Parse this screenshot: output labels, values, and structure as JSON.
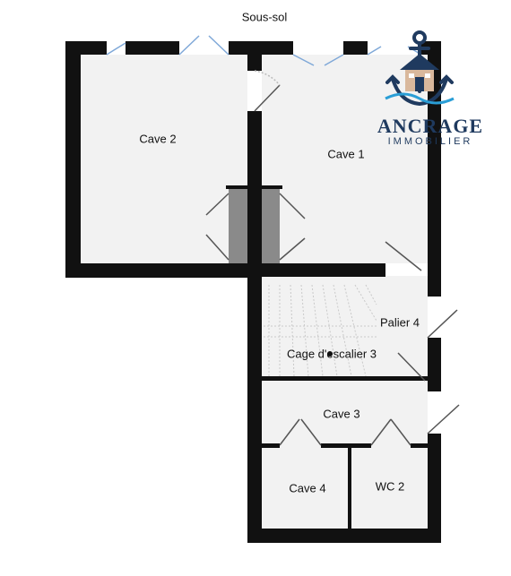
{
  "plan": {
    "level_title": "Sous-sol",
    "rooms": {
      "cave2": "Cave 2",
      "cave1": "Cave 1",
      "palier4": "Palier 4",
      "cage_escalier3": "Cage d'escalier 3",
      "cave3": "Cave 3",
      "cave4": "Cave 4",
      "wc2": "WC 2"
    }
  },
  "logo": {
    "name": "ANCRAGE",
    "tagline": "IMMOBILIER",
    "color": "#1f3a5f"
  },
  "colors": {
    "wall": "#111111",
    "floor": "#f2f2f2",
    "stair_void": "#8a8a8a",
    "window": "#7fa8d8"
  }
}
